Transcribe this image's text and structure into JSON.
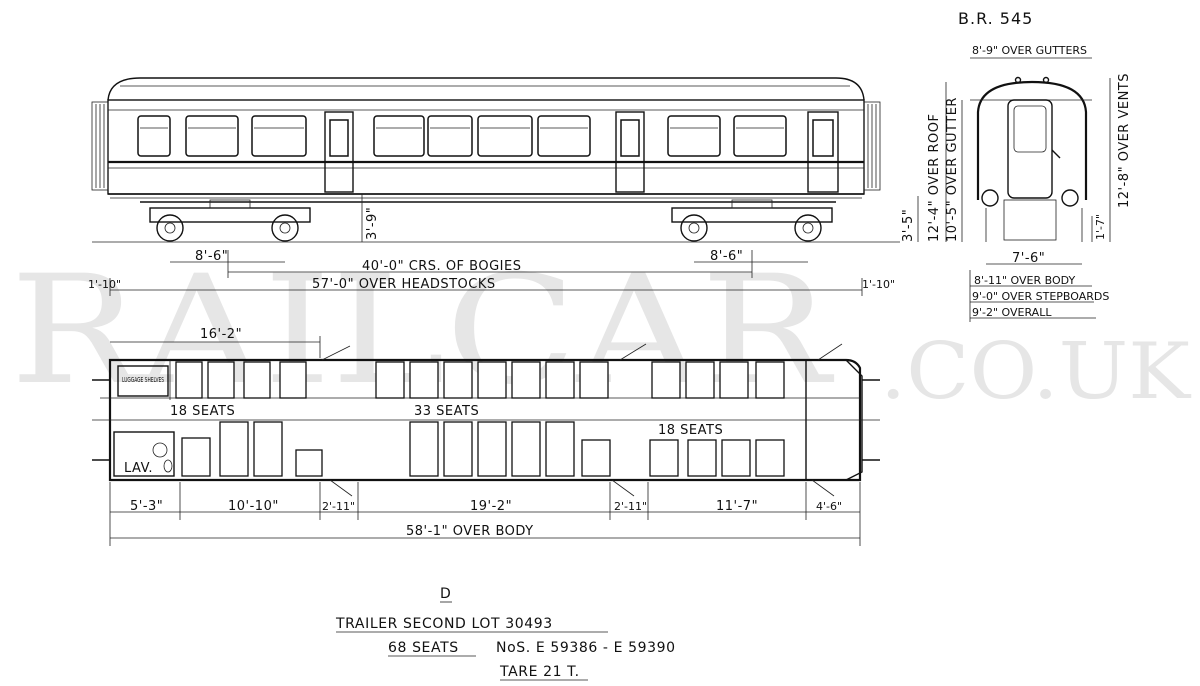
{
  "watermark": {
    "left": "RAILCAR",
    "right": ".CO.UK"
  },
  "side_view": {
    "dim_height": "3'-9\"",
    "dim_bogie_left": "8'-6\"",
    "dim_bogie_right": "8'-6\"",
    "dim_bogie_centres": "40'-0\" CRS. OF BOGIES",
    "dim_headstocks": "57'-0\" OVER HEADSTOCKS",
    "dim_end_left": "1'-10\"",
    "dim_end_right": "1'-10\"",
    "dim_floor": "3'-5\""
  },
  "end_view": {
    "class_label": "B.R. 545",
    "over_gutters": "8'-9\" OVER GUTTERS",
    "over_roof": "12'-4\" OVER ROOF",
    "over_gutter": "10'-5\" OVER GUTTER",
    "over_vents": "12'-8\" OVER VENTS",
    "wheel_height": "1'-7\"",
    "track_width": "7'-6\"",
    "over_body": "8'-11\" OVER BODY",
    "over_stepboards": "9'-0\" OVER STEPBOARDS",
    "overall": "9'-2\" OVERALL"
  },
  "plan_view": {
    "dim_luggage": "16'-2\"",
    "luggage_shelves": "LUGGAGE SHELVES",
    "lav": "LAV.",
    "seats_left": "18 SEATS",
    "seats_middle": "33 SEATS",
    "seats_right": "18 SEATS",
    "dims_bottom": [
      "5'-3\"",
      "10'-10\"",
      "2'-11\"",
      "19'-2\"",
      "2'-11\"",
      "11'-7\"",
      "4'-6\""
    ],
    "dim_over_body": "58'-1\" OVER BODY"
  },
  "caption": {
    "diagram_letter": "D",
    "line1": "TRAILER SECOND LOT 30493",
    "seats": "68 SEATS",
    "numbers": "NoS. E 59386 - E 59390",
    "tare": "TARE 21 T."
  }
}
